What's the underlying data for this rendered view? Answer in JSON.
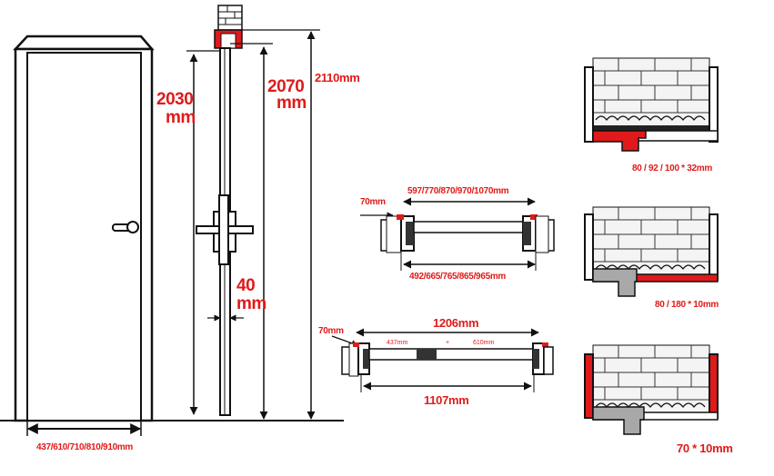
{
  "door": {
    "width_options": "437/610/710/810/910mm"
  },
  "side_view": {
    "height_2030_value": "2030",
    "height_2030_unit": "mm",
    "height_2070_value": "2070",
    "height_2070_unit": "mm",
    "height_2110": "2110mm",
    "thickness_value": "40",
    "thickness_unit": "mm"
  },
  "plan_single": {
    "top_widths": "597/770/870/970/1070mm",
    "bottom_widths": "492/665/765/865/965mm",
    "frame_depth": "70mm"
  },
  "plan_double": {
    "overall": "1206mm",
    "leaf_left": "437mm",
    "plus": "+",
    "leaf_right": "610mm",
    "clear": "1107mm",
    "frame_depth": "70mm"
  },
  "profiles": [
    {
      "caption": "80 / 92 / 100 * 32mm"
    },
    {
      "caption": "80 / 180 * 10mm"
    },
    {
      "caption": "70 * 10mm"
    }
  ],
  "colors": {
    "accent": "#e01a1a",
    "line": "#111111",
    "gray": "#9a9a9a"
  }
}
